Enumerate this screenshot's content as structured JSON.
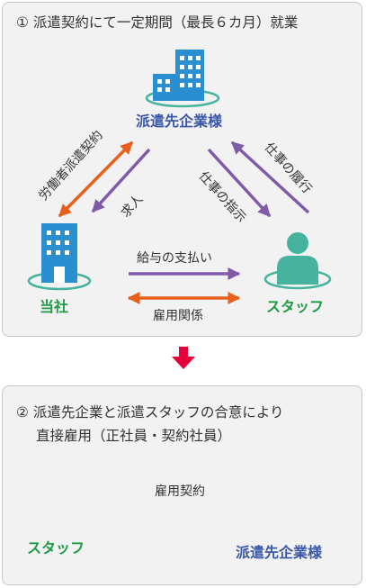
{
  "section1": {
    "heading": "①  派遣契約にて一定期間（最長６カ月）就業",
    "nodes": {
      "client": "派遣先企業様",
      "agency": "当社",
      "staff": "スタッフ"
    },
    "edges": {
      "dispatch_contract": "労働者派遣契約",
      "request": "求人",
      "work_performance": "仕事の履行",
      "work_instruction": "仕事の指示",
      "salary": "給与の支払い",
      "employment": "雇用関係"
    }
  },
  "section2": {
    "heading_line1": "②  派遣先企業と派遣スタッフの合意により",
    "heading_line2": "直接雇用（正社員・契約社員）",
    "nodes": {
      "staff": "スタッフ",
      "client": "派遣先企業様"
    },
    "edges": {
      "employment_contract": "雇用契約"
    }
  },
  "colors": {
    "panel_bg": "#f2f2f2",
    "panel_border": "#c8c8c8",
    "building_blue": "#2a8fd0",
    "person_teal": "#45b39d",
    "orange_arrow": "#e8601c",
    "purple_arrow": "#7f5aa8",
    "red_arrow": "#e6003a",
    "label_blue": "#3a58a7",
    "label_green": "#1f9a45"
  },
  "icons": [
    "building-icon",
    "person-icon",
    "down-arrow-icon"
  ]
}
